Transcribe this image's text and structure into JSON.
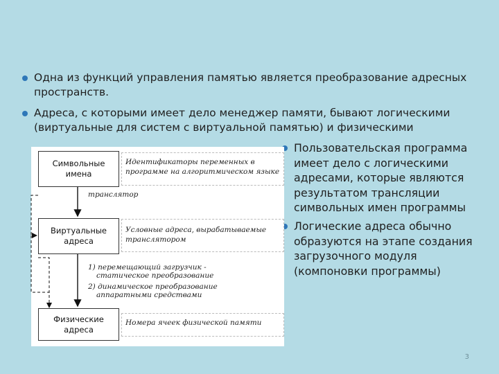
{
  "bullets": [
    "Одна из функций управления памятью является преобразование адресных пространств.",
    "Адреса, с которыми имеет дело менеджер памяти, бывают  логическими (виртуальные для систем с виртуальной памятью) и физическими",
    "Пользовательская программа имеет дело с логическими адресами, которые являются результатом трансляции символьных имен программы",
    "Логические адреса обычно образуются  на этапе создания загрузочного модуля (компоновки программы)"
  ],
  "diagram": {
    "box_symbolic": {
      "line1": "Символьные",
      "line2": "имена"
    },
    "box_virtual": {
      "line1": "Виртуальные",
      "line2": "адреса"
    },
    "box_physical": {
      "line1": "Физические",
      "line2": "адреса"
    },
    "note_symbolic": {
      "line1": "Идентификаторы переменных в",
      "line2": "программе на алгоритмическом языке"
    },
    "note_virtual": {
      "line1": "Условные адреса, вырабатываемые",
      "line2": "транслятором"
    },
    "note_physical": "Номера ячеек физической памяти",
    "label_translator": "транслятор",
    "label_loader": {
      "line1": "1) перемещающий загрузчик -",
      "line2": "статическое преобразование",
      "line3": "2) динамическое преобразование",
      "line4": "аппаратными средствами"
    }
  },
  "page_number": "3",
  "colors": {
    "background": "#b4dbe5",
    "bullet": "#2e77b8"
  }
}
